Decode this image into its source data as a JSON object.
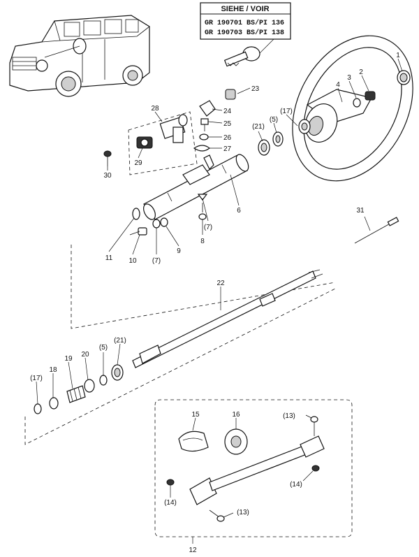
{
  "reference_box": {
    "title": "SIEHE / VOIR",
    "lines": [
      "GR 190701 BS/PI 136",
      "GR 190703 BS/PI 138"
    ]
  },
  "labels": {
    "l1": "1",
    "l2": "2",
    "l3": "3",
    "l4": "4",
    "l5a": "(5)",
    "l5b": "(5)",
    "l6": "6",
    "l7a": "(7)",
    "l7b": "(7)",
    "l8": "8",
    "l9": "9",
    "l10": "10",
    "l11": "11",
    "l12": "12",
    "l13a": "(13)",
    "l13b": "(13)",
    "l14a": "(14)",
    "l14b": "(14)",
    "l15": "15",
    "l16": "16",
    "l17a": "(17)",
    "l17b": "(17)",
    "l18": "18",
    "l19": "19",
    "l20": "20",
    "l21a": "(21)",
    "l21b": "(21)",
    "l22": "22",
    "l23": "23",
    "l24": "24",
    "l25": "25",
    "l26": "26",
    "l27": "27",
    "l28": "28",
    "l29": "29",
    "l30": "30",
    "l31": "31"
  }
}
